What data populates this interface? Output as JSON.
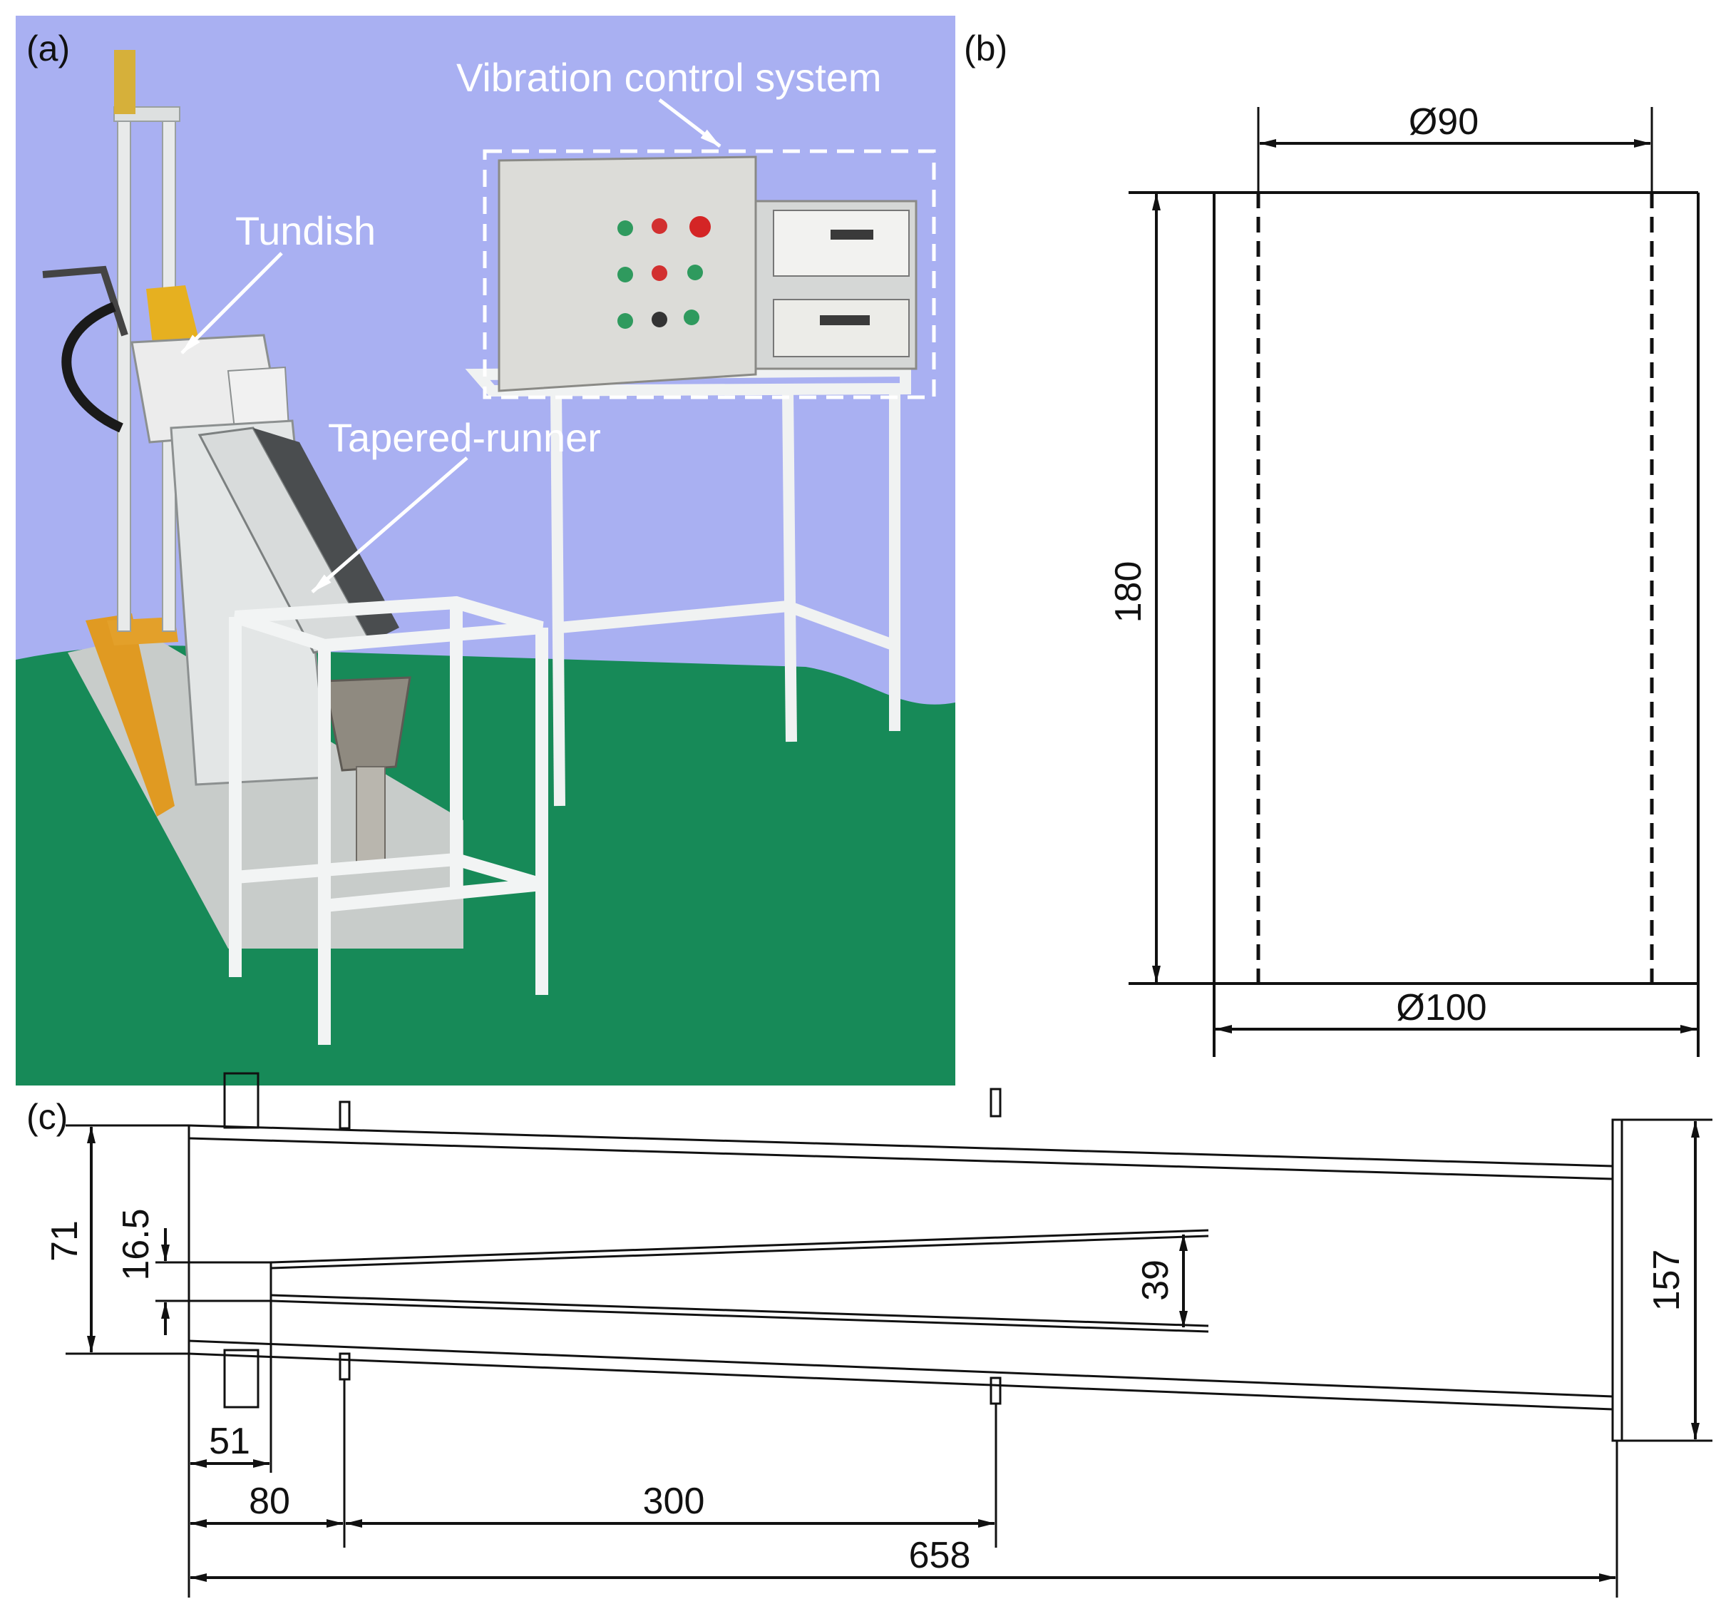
{
  "panels": {
    "a": {
      "label": "(a)"
    },
    "b": {
      "label": "(b)"
    },
    "c": {
      "label": "(c)"
    }
  },
  "photo": {
    "callouts": {
      "vibration": "Vibration control system",
      "tundish": "Tundish",
      "runner": "Tapered-runner"
    },
    "colors": {
      "wall": "#a9b0f2",
      "floor": "#178a58",
      "frame": "#e9ecec",
      "cabinet": "#dcdcd8"
    }
  },
  "mold": {
    "inner_diameter": "Ø90",
    "outer_diameter": "Ø100",
    "height": "180"
  },
  "runner": {
    "inlet_height": "71",
    "inner_gap": "16.5",
    "mid_gap": "39",
    "outlet_height": "157",
    "inner_offset": "51",
    "first_support": "80",
    "support_spacing": "300",
    "total_length": "658"
  }
}
